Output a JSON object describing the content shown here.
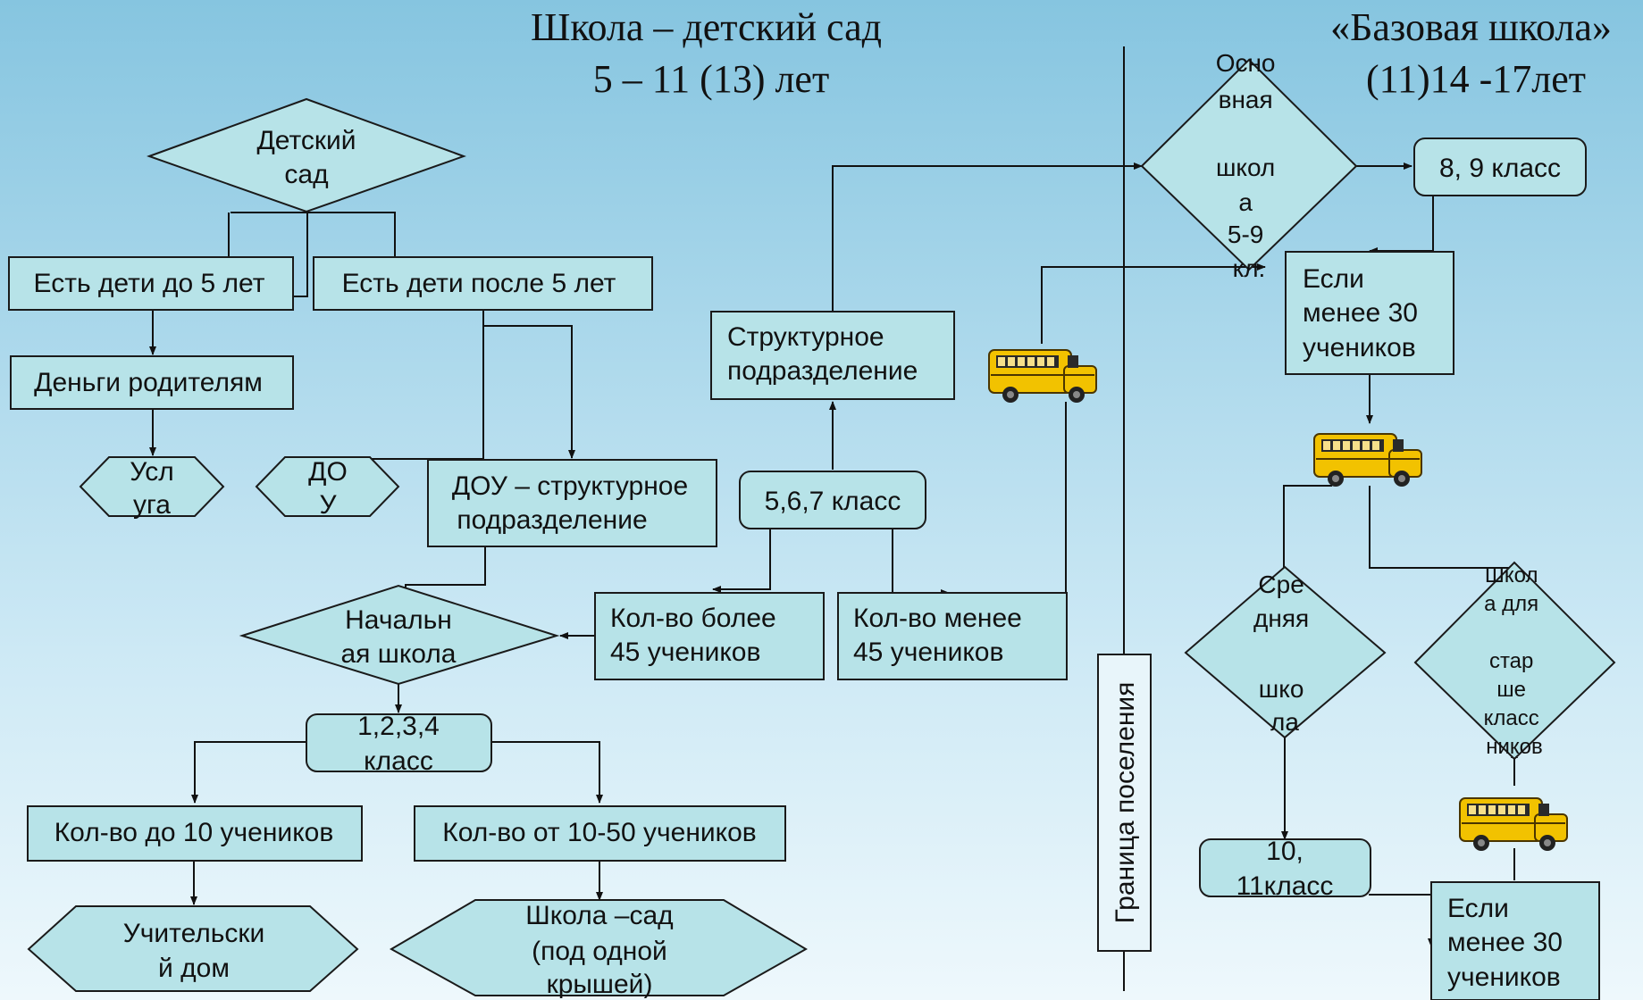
{
  "header": {
    "left_title": [
      "Школа – детский сад",
      "5 – 11 (13) лет"
    ],
    "right_title": [
      "«Базовая школа»",
      "(11)14 -17лет"
    ]
  },
  "nodes": {
    "kindergarten": [
      "Детский",
      "сад"
    ],
    "children_under5": [
      "Есть дети до 5 лет"
    ],
    "children_over5": [
      "Есть  дети после 5 лет"
    ],
    "money_parents": [
      "Деньги родителям"
    ],
    "service": [
      "Усл",
      "уга"
    ],
    "dou_hex": [
      "ДО",
      "У"
    ],
    "dou_struct": [
      "ДОУ – структурное",
      "подразделение"
    ],
    "primary_school": [
      "Начальн",
      "ая школа"
    ],
    "grades_1_4": [
      "1,2,3,4",
      "класс"
    ],
    "up_to_10": [
      "Кол-во до 10 учеников"
    ],
    "from_10_50": [
      "Кол-во от 10-50 учеников"
    ],
    "teacher_house": [
      "Учительски",
      "й дом"
    ],
    "school_garden": [
      "Школа –сад",
      "(под одной",
      "крышей)"
    ],
    "struct_unit": [
      "Структурное",
      "подразделение"
    ],
    "grades_5_7": [
      "5,6,7 класс"
    ],
    "more_45": [
      "Кол-во более",
      "45 учеников"
    ],
    "less_45": [
      "Кол-во менее",
      "45 учеников"
    ],
    "basic_school": [
      "Осно",
      "вная",
      "",
      "школ",
      "а",
      "5-9",
      "кл."
    ],
    "grades_8_9": [
      "8, 9 класс"
    ],
    "less30_a": [
      "Если",
      "менее 30",
      "учеников"
    ],
    "secondary_school": [
      "Сре",
      "дняя",
      "",
      "шко",
      "ла"
    ],
    "senior_school": [
      "Школ",
      "а для",
      "",
      "стар",
      "ше",
      "класс",
      "ников"
    ],
    "grades_10_11": [
      "10,",
      "11класс"
    ],
    "less30_b": [
      "Если",
      "менее 30",
      "учеников"
    ],
    "border": [
      "Граница поселения"
    ]
  },
  "icons": [
    "school-bus-icon",
    "school-bus-icon",
    "school-bus-icon"
  ],
  "colors": {
    "node_fill": "#b7e3e8",
    "stroke": "#1a1a1a",
    "bus": "#f2c200"
  }
}
